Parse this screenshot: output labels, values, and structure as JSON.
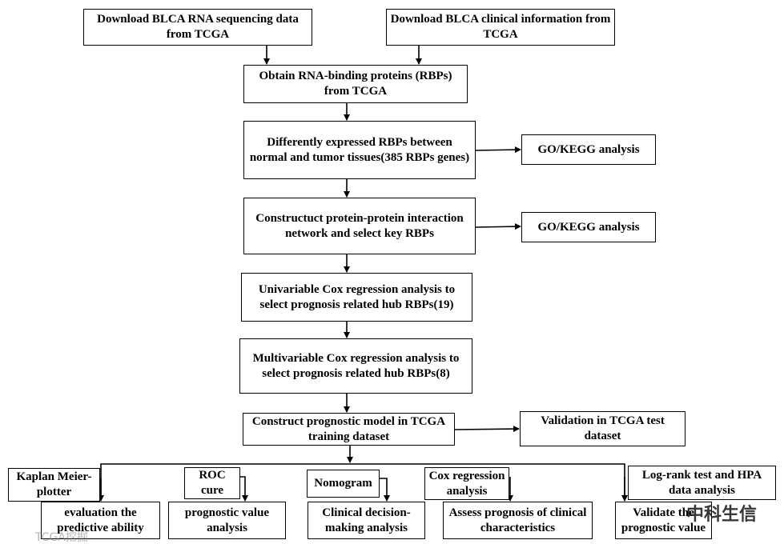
{
  "top": {
    "rna_seq": "Download BLCA RNA sequencing data from TCGA",
    "clinical": "Download BLCA clinical information from TCGA"
  },
  "steps": {
    "rbps": "Obtain RNA-binding proteins (RBPs) from TCGA",
    "deg": "Differently expressed RBPs between normal and tumor tissues(385 RBPs genes)",
    "ppi": "Constructuct protein-protein interaction network and select key RBPs",
    "unicox": "Univariable Cox regression analysis to select prognosis related hub RBPs(19)",
    "multicox": "Multivariable Cox regression analysis to select prognosis related hub RBPs(8)",
    "model": "Construct prognostic model in TCGA training dataset"
  },
  "side": {
    "go_kegg_1": "GO/KEGG analysis",
    "go_kegg_2": "GO/KEGG analysis",
    "validation": "Validation in TCGA test dataset"
  },
  "methods": {
    "km": "Kaplan Meier-plotter",
    "roc": "ROC cure",
    "nomogram": "Nomogram",
    "cox": "Cox regression analysis",
    "logrank": "Log-rank test and HPA data analysis"
  },
  "outcomes": {
    "evaluation": "evaluation the predictive ability",
    "prognostic": "prognostic value analysis",
    "clinical_decision": "Clinical decision-making analysis",
    "assess": "Assess prognosis of clinical characteristics",
    "validate": "Validate the prognostic value"
  },
  "watermark": {
    "text": "中科生信",
    "bottom_left": "TCGA挖掘"
  }
}
